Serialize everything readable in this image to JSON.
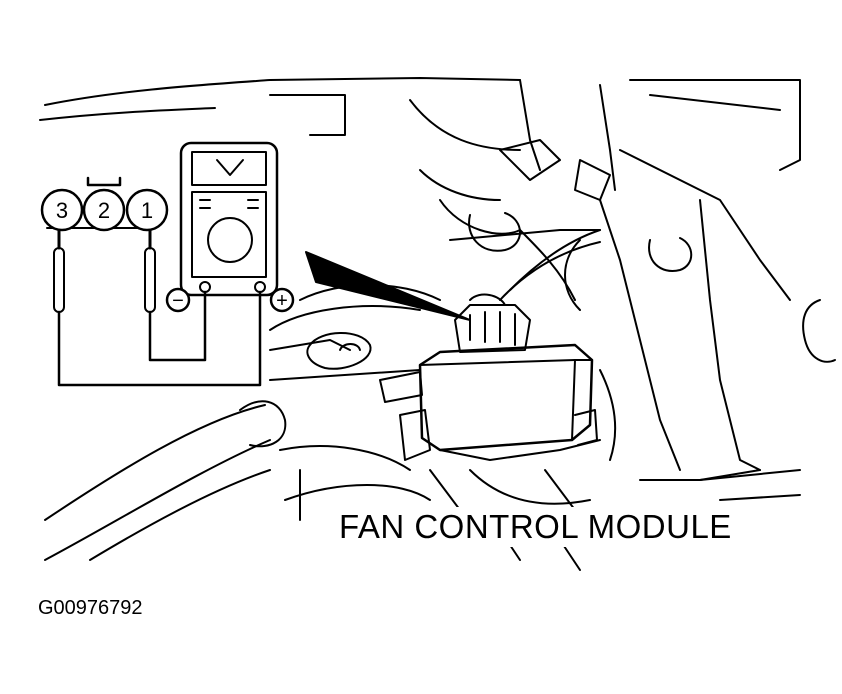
{
  "figure": {
    "callout_label": "FAN CONTROL MODULE",
    "figure_id": "G00976792"
  },
  "connector": {
    "terminals": [
      {
        "label": "3"
      },
      {
        "label": "2"
      },
      {
        "label": "1"
      }
    ]
  },
  "multimeter": {
    "negative_symbol": "−",
    "positive_symbol": "+"
  },
  "colors": {
    "line": "#000000",
    "background": "#ffffff"
  },
  "icons": [
    "multimeter-icon",
    "connector-icon",
    "pointer-arrow-icon"
  ]
}
